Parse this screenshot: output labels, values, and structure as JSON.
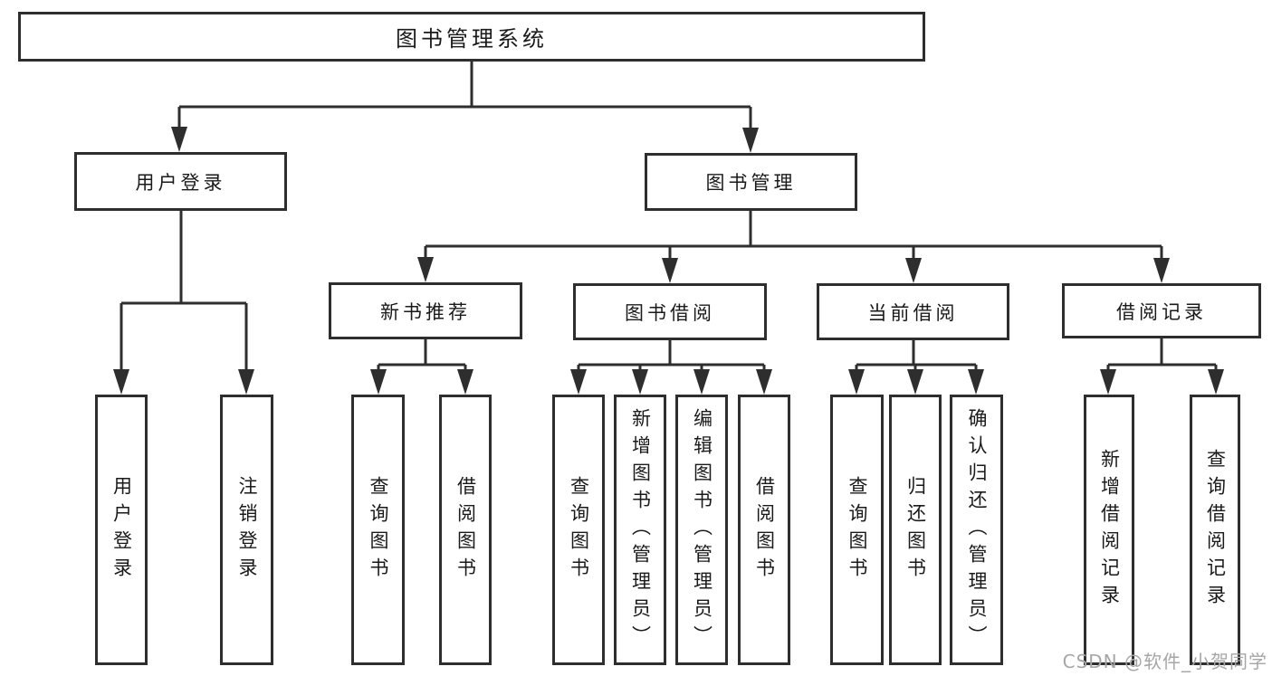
{
  "diagram": {
    "root": "图书管理系统",
    "branches": [
      {
        "label": "用户登录",
        "children": [
          "用户登录",
          "注销登录"
        ]
      },
      {
        "label": "图书管理",
        "sections": [
          {
            "label": "新书推荐",
            "children": [
              "查询图书",
              "借阅图书"
            ]
          },
          {
            "label": "图书借阅",
            "children": [
              "查询图书",
              "新增图书（管理员）",
              "编辑图书（管理员）",
              "借阅图书"
            ]
          },
          {
            "label": "当前借阅",
            "children": [
              "查询图书",
              "归还图书",
              "确认归还（管理员）"
            ]
          },
          {
            "label": "借阅记录",
            "children": [
              "新增借阅记录",
              "查询借阅记录"
            ]
          }
        ]
      }
    ]
  },
  "watermark": "CSDN @软件_小贺同学",
  "colors": {
    "line": "#2e2e2e",
    "text": "#1a1a1a",
    "watermark": "#a6a6a6",
    "background": "#ffffff"
  }
}
